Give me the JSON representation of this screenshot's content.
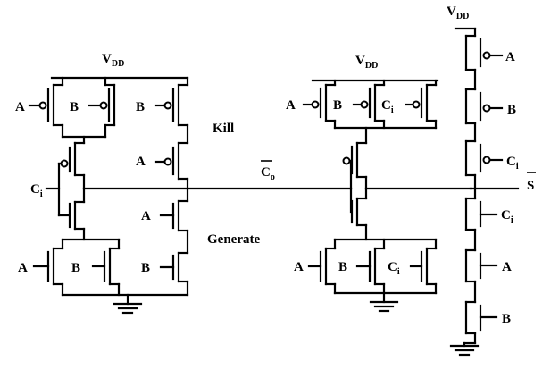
{
  "supply": {
    "vdd_main": "V",
    "vdd_main_sub": "DD",
    "vdd_mid": "V",
    "vdd_mid_sub": "DD",
    "vdd_right": "V",
    "vdd_right_sub": "DD"
  },
  "sections": {
    "kill": "Kill",
    "generate": "Generate"
  },
  "nets": {
    "carry_out": "C",
    "carry_out_sub": "o",
    "sum_out": "S"
  },
  "gates": {
    "carry_pull_up": [
      "A",
      "B",
      "B",
      "A"
    ],
    "carry_mid": [
      "C",
      "i"
    ],
    "carry_pull_down": [
      "A",
      "A",
      "B",
      "B"
    ],
    "sum_pull_up": [
      "A",
      "B",
      "C",
      "i"
    ],
    "sum_pull_down": [
      "A",
      "B",
      "C",
      "i"
    ],
    "output_stack_top": [
      "A",
      "B",
      "C",
      "i"
    ],
    "output_stack_bottom": [
      "C",
      "i",
      "A",
      "B"
    ]
  }
}
